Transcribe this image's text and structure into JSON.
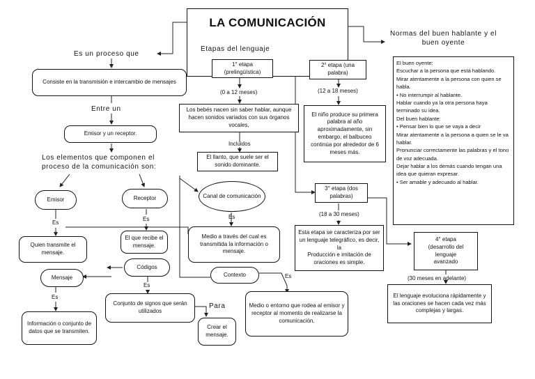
{
  "title": "LA COMUNICACIÓN",
  "left": {
    "label_process": "Es un proceso que",
    "consist": "Consiste en la transmisión e intercambio  de mensajes",
    "label_between": "Entre un",
    "sender_receiver": "Emisor y un receptor.",
    "label_elements": "Los elementos que componen el\nproceso de la comunicación son:",
    "emisor": "Emisor",
    "emisor_es": "Es",
    "emisor_def": "Quien transmite el mensaje.",
    "receptor": "Receptor",
    "receptor_es": "Es",
    "receptor_def": "El que recibe el mensaje.",
    "mensaje": "Mensaje",
    "mensaje_es": "Es",
    "mensaje_def": "Información o conjunto de datos que se transmiten.",
    "codigos": "Códigos",
    "codigos_es": "Es",
    "codigos_def": "Conjunto de signos que serán utilizados",
    "para": "Para",
    "crear": "Crear el mensaje.",
    "canal": "Canal de comunicación",
    "canal_es": "Es",
    "canal_def": "Medio a través del cual  es transmitida  la  información o mensaje.",
    "contexto": "Contexto",
    "contexto_es": "Es",
    "contexto_def": "Medio o entorno que rodea  al emisor y receptor al  momento de realizarse la  comunicación."
  },
  "stages": {
    "label": "Etapas del lenguaje",
    "stage1": "1° etapa\n(prelingüística)",
    "stage1_age": "(0 a 12 meses)",
    "stage1_desc": "Los bebés nacen sin saber hablar, aunque hacen sonidos variados  con sus órganos vocales,",
    "included": "Incluidos",
    "stage1_extra": "El llanto, que suele ser  el sonido dominante.",
    "stage2": "2° etapa (una palabra)",
    "stage2_age": "(12 a 18 meses)",
    "stage2_desc": "El niño produce su  primera palabra al año aproximadamente, sin embargo, el balbuceo continúa por  alrededor de 6 meses  más.",
    "stage3": "3° etapa (dos palabras)",
    "stage3_age": "(18 a 30 meses)",
    "stage3_desc": "Esta etapa se caracteriza  por ser un lenguaje  telegráfico, es decir, la\nProducción e imitación  de oraciones es simple.",
    "stage4": "4° etapa\n(desarrollo  del lenguaje\navanzado",
    "stage4_age": "(30 meses en adelante)",
    "stage4_desc": "El lenguaje evoluciona rápidamente y las oraciones  se hacen cada vez más  complejas y largas."
  },
  "norms": {
    "label": "Normas del buen hablante y  el\nbuen oyente",
    "lines": [
      "El buen oyente:",
      "Escuchar a la persona que está hablando.",
      "Mirar atentamente a la persona  con quien se habla.",
      "•  No interrumpir al hablante.",
      "Hablar cuando ya la otra persona  haya terminado su idea.",
      " ",
      "Del buen hablante:",
      "• Pensar bien lo que se vaya a decir",
      "Mirar atentamente a la persona a  quien se le va hablar.",
      "Pronunciar correctamente las  palabras y el tono de voz adecuada.",
      "Dejar hablar a los demás cuando  tengan una idea que quieran  expresar.",
      "• Ser amable y adecuado al hablar."
    ]
  }
}
